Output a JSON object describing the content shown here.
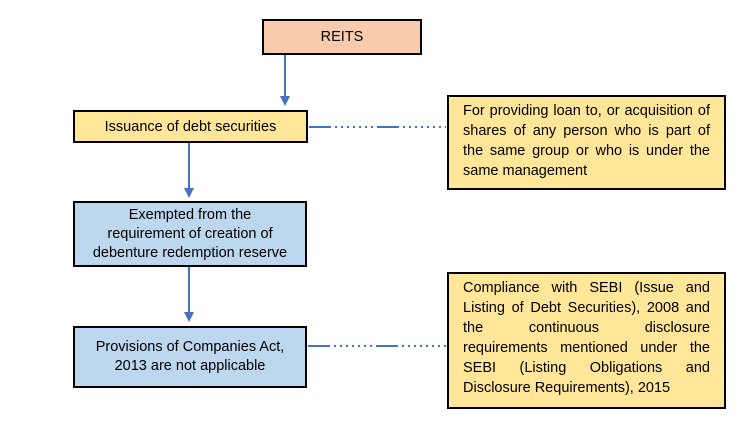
{
  "colors": {
    "connector": "#4472C4",
    "border": "#000000",
    "reits_fill": "#F8CBAD",
    "process_fill": "#FFE699",
    "result_fill": "#BDD7EE",
    "annotation_fill": "#FFE699"
  },
  "nodes": {
    "reits": {
      "label": "REITS"
    },
    "issuance": {
      "label": "Issuance of debt securities"
    },
    "exempted": {
      "label": "Exempted from the\nrequirement of creation of\ndebenture redemption reserve"
    },
    "provisions": {
      "label": "Provisions of Companies Act,\n2013 are not applicable"
    },
    "loan_note": {
      "label": "For providing loan to, or acquisition of shares of any person who is part of the same group or who is under the same management"
    },
    "sebi_note": {
      "label": "Compliance with SEBI (Issue and Listing of Debt Securities), 2008 and the continuous disclosure requirements mentioned under the SEBI (Listing Obligations and Disclosure Requirements), 2015"
    }
  }
}
